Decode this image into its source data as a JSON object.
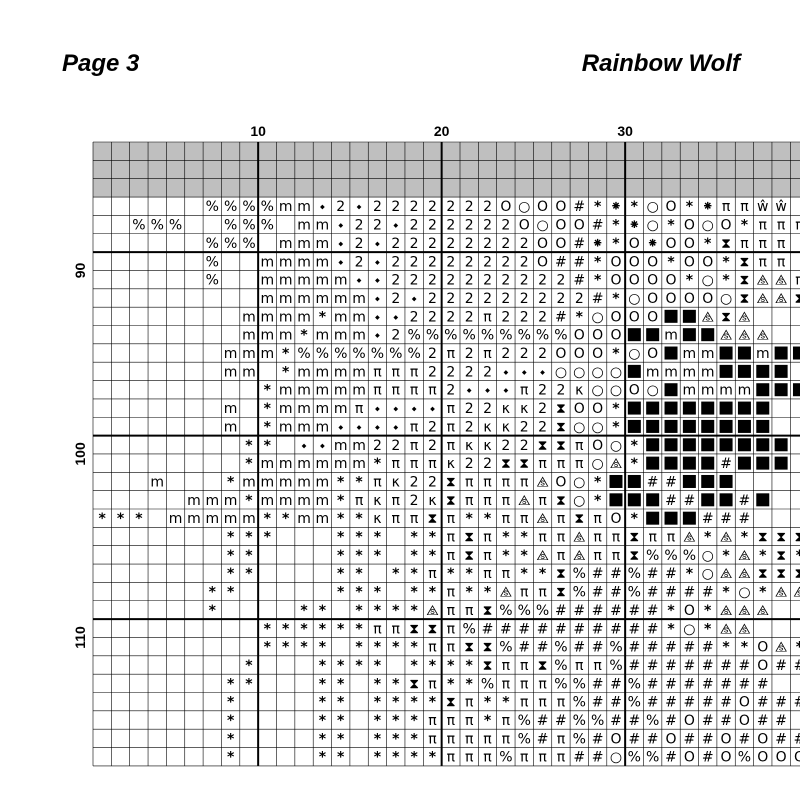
{
  "header": {
    "page_label": "Page 3",
    "chart_title": "Rainbow Wolf"
  },
  "axis": {
    "col_labels": [
      {
        "label": "10",
        "col": 10
      },
      {
        "label": "20",
        "col": 20
      },
      {
        "label": "30",
        "col": 30
      }
    ],
    "row_labels": [
      {
        "label": "90",
        "row": 90
      },
      {
        "label": "100",
        "row": 100
      },
      {
        "label": "110",
        "row": 110
      }
    ]
  },
  "grid": {
    "first_row": 84,
    "shaded_overlap_rows": 3,
    "major_line_every": 10,
    "shade_color": "#bfbfbf",
    "rows": [
      "    ⁒⁒  ⁒⁒⁒⁒⁒⁒⁒⁒⁒⁒⁒⁒⁒⁒⁒⁒⁒⁒⁒⁒⁒⁒⁒⁒⁒⁒⁒⁒⁒⁒⁒⁒⁒⁒⁒⁒⁒⁒",
      "    ⁒   ⁒⁒⁒⁒⁒⁒⁒⁒⁒⁒⁒⁒⁒⁒⁒⁒⁒⁒⁒⁒⁒⁒⁒⁒⁒⁒⁒⁒⁒⁒⁒⁒⁒⁒⁒⁒⁒⁒",
      "        ⁒⁒⁒⁒⁒⁒⁒⁒⁒⁒⁒⁒⁒⁒⁒⁒⁒⁒⁒⁒⁒⁒⁒⁒⁒⁒⁒⁒⁒⁒⁒⁒⁒⁒⁒⁒⁒⁒",
      "      %%%%mm⬩2⬩2222222O○OO#*⁕*○O*⁕ππŵŵ",
      "  %%%  %%% mm⬩22⬩222222O○OO#*⁕○*O○O*πππŵ",
      "      %%% mmm⬩2⬩22222222OO#⁕*O⁕OO*⧗πππ",
      "      %  mmmm⬩2⬩22222222O##*OOO*OO*⧗ππ",
      "      %  mmmmm⬩⬩2222222222#*OOOO*○*⧗⧌⧌π⧗",
      "         mmmmmm⬩2⬩222222222#*○OOOO○⧗⧌⧌⧗⧗",
      "        mmmm*mm⬩⬩2222π222#*○OOO■■⧌⧗⧌",
      "        mmm*mmm⬩2%%%%%%%%%OOO■■m■■⧌⧌⧌",
      "       mmm*%%%%%%%2π2π222OOO*○O■mm■■m■■■",
      "       mm *mmmmπππ2222⬩⬩⬩○○○○■mmmm■■■■",
      "         *mmmmmππππ2⬩⬩⬩π22κ○○O○■mmmm■■■■",
      "       m *mmmmπ⬩⬩⬩⬩π22κκ2⧗OO*■■■■■■■■",
      "       m *mmm⬩⬩⬩⬩π2π2κκ22⧗○○*■■■■■■■■",
      "        ** ⬩⬩mm22π2πκκ22⧗⧗πO○*■■■■■■■■",
      "        *mmmmmm*πππκ22⧗⧗πππ○⧌*■■■■#■■■",
      "   m   *mmmmm**πκ22⧗ππππ⧌O○*■■##■■■",
      "     mmm*mmmm*πκπ2κ⧗πππ⧌π⧗○*■■■##■■#■",
      "*** mmmmm**mm**κππ⧗π**ππ⧌π⧗πO*■■■###",
      "       ***   *** **π⧗π**ππ⧌ππ⧗ππ⧌*⧌*⧗⧗⧗⧌",
      "       **    *** **π⧗π**⧌π⧌ππ⧗%%%○*⧌*⧗*⧗*⧌",
      "       **    ** **π**ππ**⧗%##%##*○⧌⧌⧗⧗⧗*",
      "      **     *** **π**⧌ππ⧗%##%####*○*⧌⧌⧌⧌",
      "      *    ** ****⧌ππ⧗%%%######*O*⧌⧌⧌",
      "         ******ππ⧗⧗π%##########*○*⧌⧌",
      "         **** ****ππ⧗⧗%##%##%#####**O⧌*",
      "        *   **** ****⧗ππ⧗%ππ%#######O###",
      "       **   ** **⧗π**%πππ%%##%#######",
      "       *    ** ****⧗π**πππ%##%#####O###",
      "       *    ** ***πππ*π%##%%##%#O##O##",
      "       *    ** ***πππππ%#π%#O##O##O#O##",
      "       *    ** ****πππ%πππ##○%%#O#O%OOO"
    ]
  }
}
